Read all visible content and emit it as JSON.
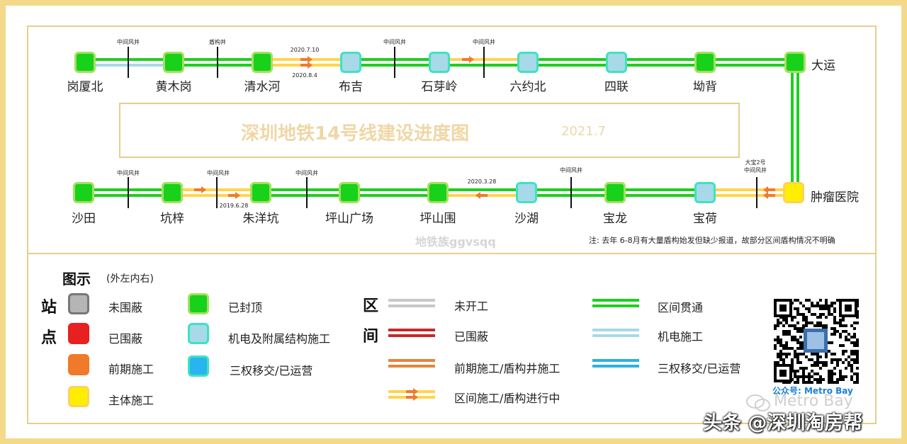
{
  "title": "深圳地铁14号线建设进度图",
  "title_date": "2021.7",
  "watermark": "地铁族ggvsqq",
  "note": "注: 去年 6-8月有大量盾构始发但缺少报道，故部分区间盾构情况不明确",
  "stations_top": [
    {
      "name": "岗厦北",
      "status": "done"
    },
    {
      "name": "黄木岗",
      "status": "done"
    },
    {
      "name": "清水河",
      "status": "done"
    },
    {
      "name": "布吉",
      "status": "mep"
    },
    {
      "name": "石芽岭",
      "status": "mep"
    },
    {
      "name": "六约北",
      "status": "mep"
    },
    {
      "name": "四联",
      "status": "mep"
    },
    {
      "name": "坳背",
      "status": "done"
    },
    {
      "name": "大运",
      "status": "done"
    }
  ],
  "stations_bottom": [
    {
      "name": "沙田",
      "status": "done"
    },
    {
      "name": "坑梓",
      "status": "done"
    },
    {
      "name": "朱洋坑",
      "status": "done"
    },
    {
      "name": "坪山广场",
      "status": "done"
    },
    {
      "name": "坪山围",
      "status": "done"
    },
    {
      "name": "沙湖",
      "status": "mep"
    },
    {
      "name": "宝龙",
      "status": "done"
    },
    {
      "name": "宝荷",
      "status": "mep"
    },
    {
      "name": "肿瘤医院",
      "status": "main"
    }
  ],
  "tags": {
    "shaft": "中间风井",
    "shield_well": "盾构井",
    "dabao2": "大宝2号",
    "d_qsh_1": "2020.7.10",
    "d_qsh_2": "2020.8.4",
    "d_psw": "2020.3.28",
    "d_zyk": "2019.6.28"
  },
  "legend": {
    "title": "图示",
    "subtitle": "(外左内右)",
    "station_chars": [
      "站",
      "点"
    ],
    "section_chars": [
      "区",
      "间"
    ],
    "station_items": [
      {
        "label": "未围蔽",
        "fill": "#b5b5b5",
        "border": "#777777"
      },
      {
        "label": "已围蔽",
        "fill": "#e8201f",
        "border": "#e8201f"
      },
      {
        "label": "前期施工",
        "fill": "#f07a2a",
        "border": "#f07a2a"
      },
      {
        "label": "主体施工",
        "fill": "#ffee00",
        "border": "#ffd15a"
      },
      {
        "label": "已封顶",
        "fill": "#17d11a",
        "border": "#a4e05e"
      },
      {
        "label": "机电及附属结构施工",
        "fill": "#a7d9e8",
        "border": "#3fe2c0"
      },
      {
        "label": "三权移交/已运营",
        "fill": "#27b4f0",
        "border": "#3fe2c0"
      }
    ],
    "section_items": [
      {
        "label": "未开工",
        "color": "#c8c8c8"
      },
      {
        "label": "已围蔽",
        "color": "#c62828"
      },
      {
        "label": "前期施工/盾构井施工",
        "color": "#e8843c"
      },
      {
        "label": "区间施工/盾构进行中",
        "color": "#ffd54a"
      },
      {
        "label": "区间贯通",
        "color": "#1fcf1f"
      },
      {
        "label": "机电施工",
        "color": "#a7d9e8"
      },
      {
        "label": "三权移交/已运营",
        "color": "#2ab1e3"
      }
    ]
  },
  "qr_caption": "公众号: Metro Bay",
  "wm_metro": "Metro Bay",
  "wm_bang": "头条 @深圳淘房帮",
  "colors": {
    "green": "#1fcf1f",
    "lightblue": "#a7d9e8",
    "yellow": "#ffd54a",
    "orange_arrow": "#f07a2a",
    "frame": "#e6cf8a",
    "background": "#f5d98a"
  }
}
